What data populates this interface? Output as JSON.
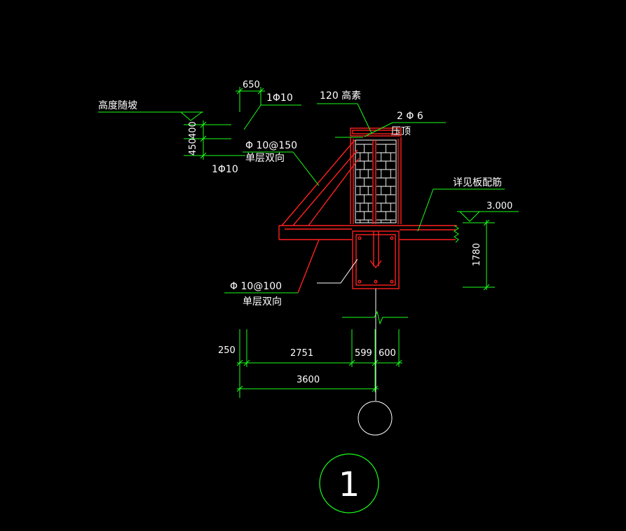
{
  "labels": {
    "height_follows_slope": "高度随坡",
    "dim_650": "650",
    "rebar_1phi10_top": "1Φ10",
    "parapet_120": "120 高素",
    "rebar_2phi6": "2 Φ 6",
    "coping": "压顶",
    "dim_450": "450",
    "dim_400": "400",
    "rebar_phi10_150": "Φ 10@150",
    "single_layer_bidir_1": "单层双向",
    "rebar_1phi10_left": "1Φ10",
    "see_slab_reinforcement": "详见板配筋",
    "elevation_3000": "3.000",
    "dim_1780": "1780",
    "rebar_phi10_100": "Φ 10@100",
    "single_layer_bidir_2": "单层双向",
    "dim_250": "250",
    "dim_2751": "2751",
    "dim_599": "599",
    "dim_600": "600",
    "dim_3600": "3600",
    "detail_number": "1"
  },
  "colors": {
    "background": "#000000",
    "dimension_lines": "#1aff1a",
    "concrete_outline": "#ff2020",
    "text": "#ffffff"
  }
}
